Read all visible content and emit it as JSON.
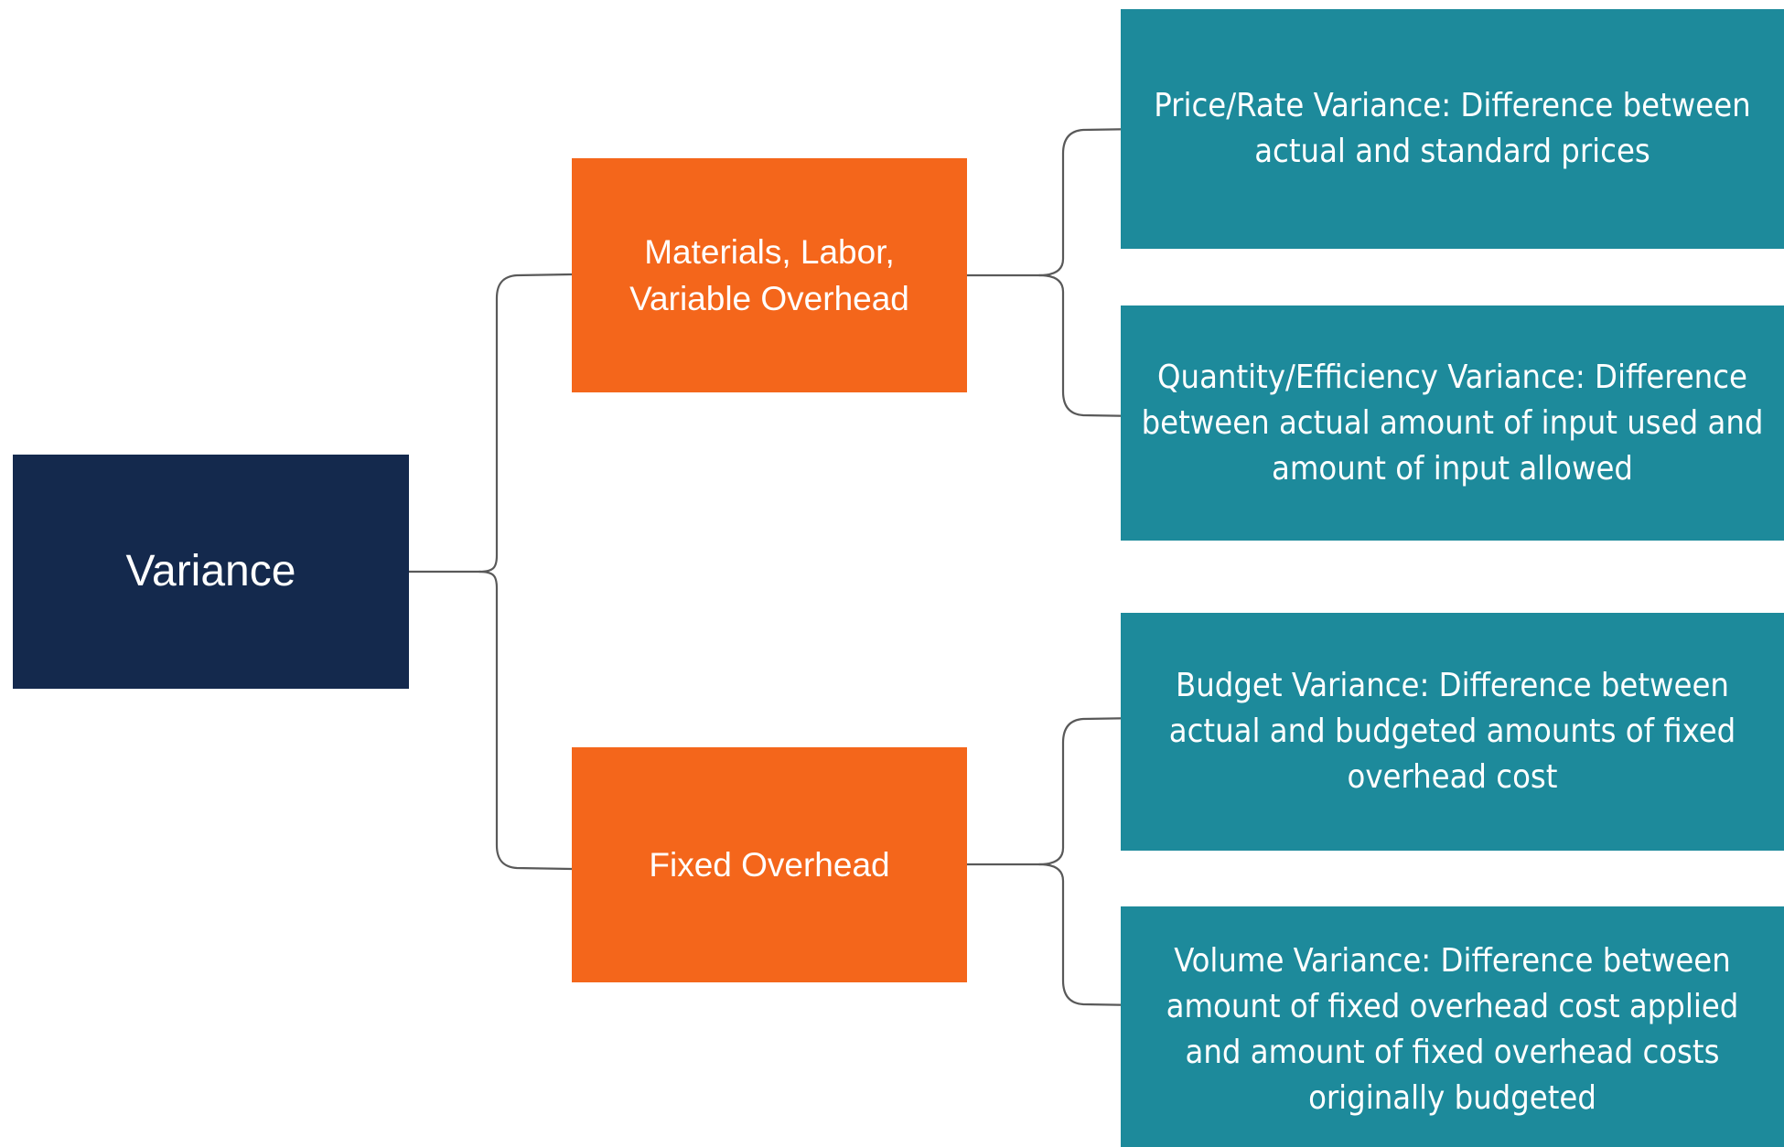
{
  "diagram": {
    "type": "hierarchy-tree",
    "title": "Variance",
    "orientation": "left-to-right",
    "levels": 3,
    "colors": {
      "root": "#14294d",
      "category": "#f4661b",
      "leaf": "#1d8a9b",
      "connector": "#595959",
      "text": "#ffffff",
      "background": "#ffffff"
    }
  },
  "root": {
    "label": "Variance"
  },
  "categories": [
    {
      "id": "materials-labor-variable-overhead",
      "label": "Materials, Labor, Variable Overhead",
      "leaves": [
        {
          "id": "price-rate-variance",
          "label": "Price/Rate Variance: Difference between actual and standard prices"
        },
        {
          "id": "quantity-efficiency-variance",
          "label": "Quantity/Efficiency Variance: Difference between actual amount of input used and amount of input allowed"
        }
      ]
    },
    {
      "id": "fixed-overhead",
      "label": "Fixed Overhead",
      "leaves": [
        {
          "id": "budget-variance",
          "label": "Budget Variance: Difference between actual and budgeted amounts of fixed overhead cost"
        },
        {
          "id": "volume-variance",
          "label": "Volume Variance: Difference between amount of fixed overhead cost applied and amount of fixed overhead costs originally budgeted"
        }
      ]
    }
  ]
}
